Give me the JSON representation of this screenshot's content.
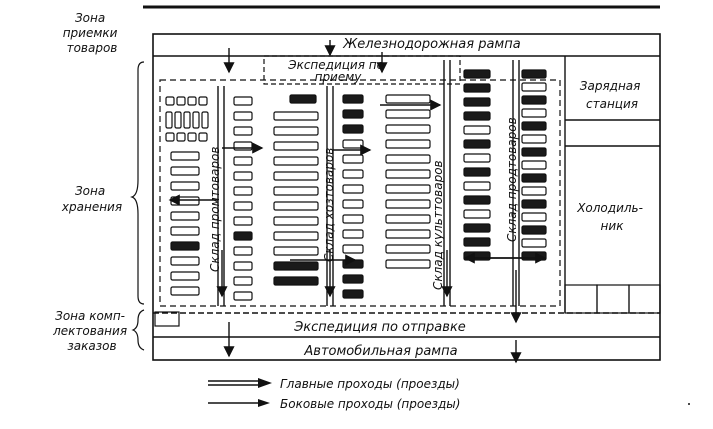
{
  "zones": {
    "receiving": [
      "Зона",
      "приемки",
      "товаров"
    ],
    "storage": [
      "Зона",
      "хранения"
    ],
    "picking": [
      "Зона комп-",
      "лектования",
      "заказов"
    ]
  },
  "areas": {
    "rail_ramp": "Железнодорожная рампа",
    "receiving_exped": [
      "Экспедиция по",
      "приему"
    ],
    "charging": [
      "Зарядная",
      "станция"
    ],
    "fridge": [
      "Холодиль-",
      "ник"
    ],
    "shipping_exped": "Экспедиция по отправке",
    "truck_ramp": "Автомобильная рампа"
  },
  "warehouses": {
    "food": "Склад промтоваров",
    "household": "Склад хозтоваров",
    "cultural": "Склад культтоваров",
    "grocery": "Склад продтоваров"
  },
  "legend": {
    "main": "Главные проходы (проезды)",
    "side": "Боковые проходы (проезды)"
  },
  "colors": {
    "ink": "#111111",
    "fill_dark": "#1a1a1a",
    "background": "#ffffff"
  }
}
